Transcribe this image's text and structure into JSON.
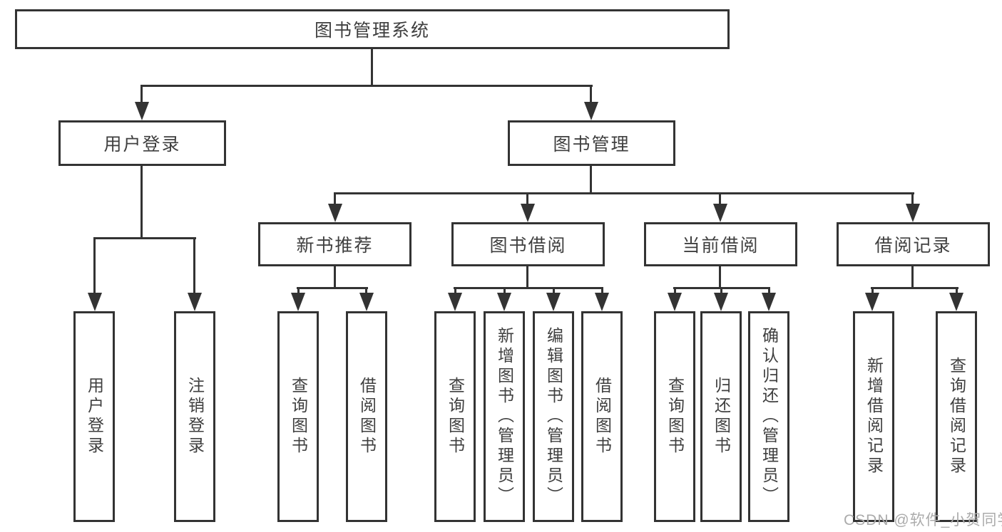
{
  "colors": {
    "line": "#333333",
    "text": "#3f3f3f",
    "watermark": "#ababab",
    "background": "#ffffff"
  },
  "nodes": {
    "root": {
      "label": "图书管理系统"
    },
    "user_login": {
      "label": "用户登录"
    },
    "book_mgmt": {
      "label": "图书管理"
    },
    "new_book_rec": {
      "label": "新书推荐"
    },
    "book_borrow": {
      "label": "图书借阅"
    },
    "current_borrow": {
      "label": "当前借阅"
    },
    "borrow_record": {
      "label": "借阅记录"
    },
    "leaf_user_login": {
      "label": "用户登录"
    },
    "leaf_logout": {
      "label": "注销登录"
    },
    "leaf_rec_query": {
      "label": "查询图书"
    },
    "leaf_rec_borrow": {
      "label": "借阅图书"
    },
    "leaf_bb_query": {
      "label": "查询图书"
    },
    "leaf_bb_add": {
      "label": "新增图书（管理员）"
    },
    "leaf_bb_edit": {
      "label": "编辑图书（管理员）"
    },
    "leaf_bb_borrow": {
      "label": "借阅图书"
    },
    "leaf_cb_query": {
      "label": "查询图书"
    },
    "leaf_cb_return": {
      "label": "归还图书"
    },
    "leaf_cb_confirm": {
      "label": "确认归还（管理员）"
    },
    "leaf_br_add": {
      "label": "新增借阅记录"
    },
    "leaf_br_query": {
      "label": "查询借阅记录"
    }
  },
  "watermark": {
    "text": "CSDN @软件_小贺同学"
  }
}
